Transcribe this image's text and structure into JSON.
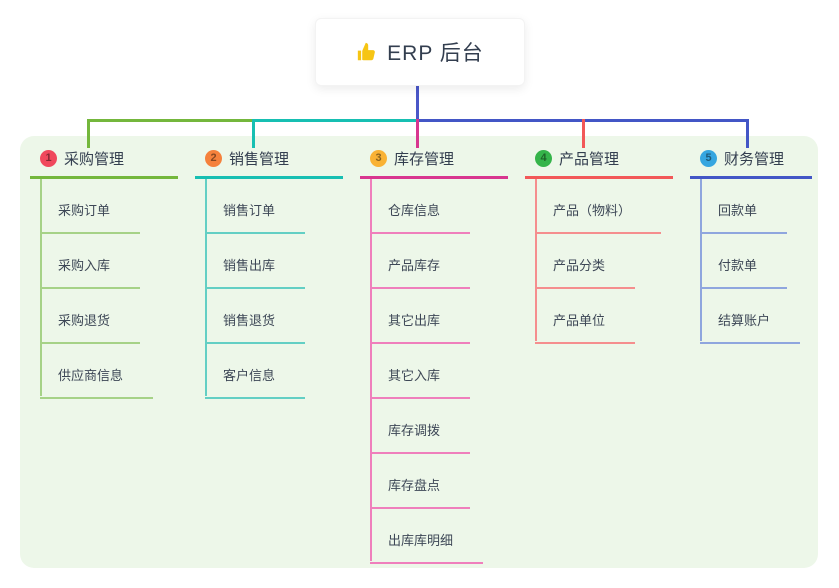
{
  "root": {
    "label": "ERP 后台",
    "icon": "thumbs-up-icon",
    "icon_color": "#F6C514"
  },
  "colors": {
    "canvas": "#FFFFFF",
    "panel": "#EDF7E9",
    "root_stem": "#4A57C8"
  },
  "branches": [
    {
      "number": "1",
      "label": "采购管理",
      "badge_color": "#F0485C",
      "line_color": "#74B73C",
      "child_line_color": "#A6D287",
      "children": [
        "采购订单",
        "采购入库",
        "采购退货",
        "供应商信息"
      ]
    },
    {
      "number": "2",
      "label": "销售管理",
      "badge_color": "#F5813C",
      "line_color": "#17BFB2",
      "child_line_color": "#63CFC4",
      "children": [
        "销售订单",
        "销售出库",
        "销售退货",
        "客户信息"
      ]
    },
    {
      "number": "3",
      "label": "库存管理",
      "badge_color": "#F9B234",
      "line_color": "#D8368F",
      "child_line_color": "#EF7FBC",
      "children": [
        "仓库信息",
        "产品库存",
        "其它出库",
        "其它入库",
        "库存调拨",
        "库存盘点",
        "出库库明细"
      ]
    },
    {
      "number": "4",
      "label": "产品管理",
      "badge_color": "#35B44A",
      "line_color": "#F25858",
      "child_line_color": "#F58E8E",
      "children": [
        "产品（物料）",
        "产品分类",
        "产品单位"
      ]
    },
    {
      "number": "5",
      "label": "财务管理",
      "badge_color": "#36A6E0",
      "line_color": "#4356C6",
      "child_line_color": "#8FA6DE",
      "children": [
        "回款单",
        "付款单",
        "结算账户"
      ]
    }
  ]
}
